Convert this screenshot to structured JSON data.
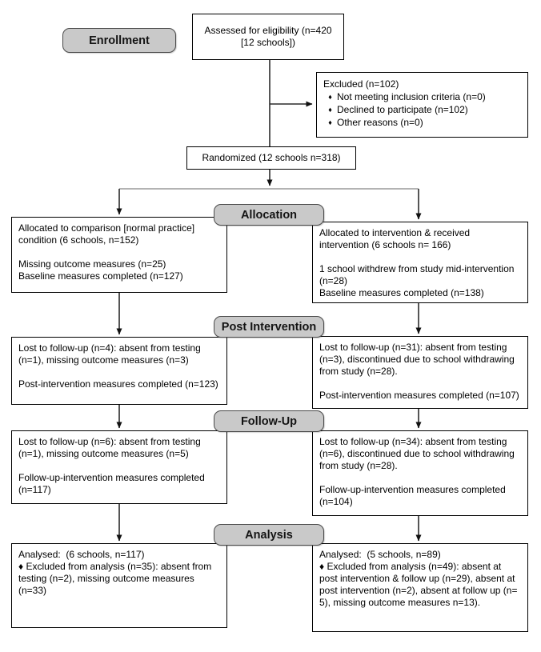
{
  "glyphs": {
    "bullet": "♦"
  },
  "colors": {
    "background": "#ffffff",
    "box_border": "#000000",
    "stage_fill": "#c9c9c9",
    "stage_border": "#4a4a4a",
    "arrow": "#2b2b2b",
    "split_line": "#9a9a9a"
  },
  "stages": {
    "enrollment": "Enrollment",
    "allocation": "Allocation",
    "post_intervention": "Post Intervention",
    "follow_up": "Follow-Up",
    "analysis": "Analysis"
  },
  "boxes": {
    "assessed": "Assessed for eligibility (n=420 [12 schools])",
    "excluded": {
      "title": "Excluded (n=102)",
      "bullets": [
        "Not meeting inclusion criteria (n=0)",
        "Declined to participate (n=102)",
        "Other reasons (n=0)"
      ]
    },
    "randomized": "Randomized (12 schools n=318)",
    "comparison_allocation": {
      "para1": "Allocated to comparison [normal practice] condition (6 schools, n=152)",
      "para2": "Missing outcome measures (n=25)",
      "para3": "Baseline measures completed (n=127)"
    },
    "intervention_allocation": {
      "para1": "Allocated to intervention & received intervention (6 schools n= 166)",
      "para2": "1 school withdrew from study mid-intervention (n=28)",
      "para3": "Baseline measures completed (n=138)"
    },
    "comparison_post": {
      "para1": "Lost to follow-up (n=4): absent from testing (n=1), missing outcome measures (n=3)",
      "para2": "Post-intervention measures completed (n=123)"
    },
    "intervention_post": {
      "para1": "Lost to follow-up (n=31): absent from testing (n=3), discontinued due to school withdrawing from study (n=28).",
      "para2": "Post-intervention measures completed (n=107)"
    },
    "comparison_followup": {
      "para1": "Lost to follow-up (n=6): absent from testing (n=1), missing outcome measures (n=5)",
      "para2": "Follow-up-intervention measures completed (n=117)"
    },
    "intervention_followup": {
      "para1": "Lost to follow-up (n=34): absent from testing (n=6), discontinued due to school withdrawing from study (n=28).",
      "para2": "Follow-up-intervention measures completed (n=104)"
    },
    "comparison_analysis": {
      "para1": "Analysed:  (6 schools, n=117)",
      "para2": "♦ Excluded from analysis (n=35): absent from testing (n=2), missing outcome measures (n=33)"
    },
    "intervention_analysis": {
      "para1": "Analysed:  (5 schools, n=89)",
      "para2": "♦ Excluded from analysis (n=49): absent at post intervention & follow up (n=29), absent at post intervention (n=2), absent at follow up (n= 5), missing outcome measures n=13)."
    }
  }
}
